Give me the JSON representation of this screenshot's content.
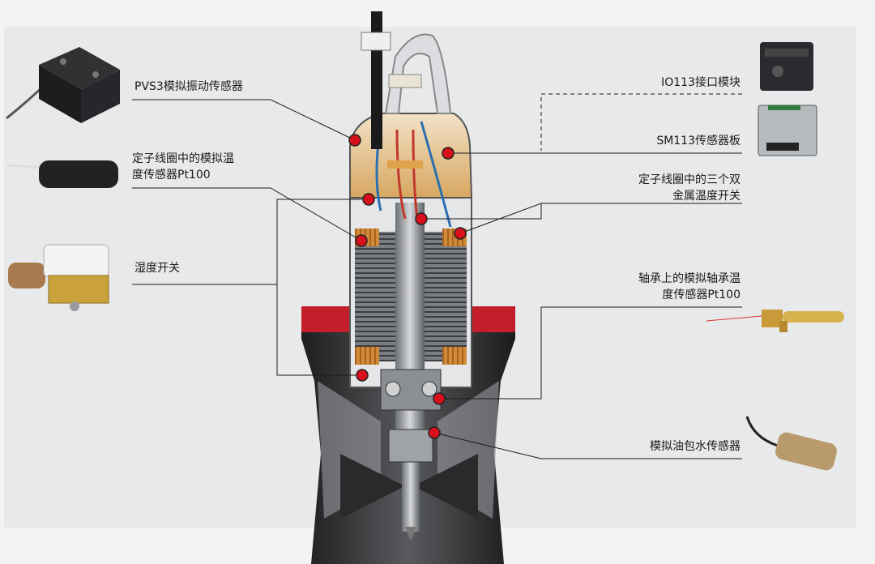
{
  "labels": {
    "vibration": "PVS3模拟振动传感器",
    "stator_pt100_line1": "定子线圈中的模拟温",
    "stator_pt100_line2": "度传感器Pt100",
    "humidity": "湿度开关",
    "io113": "IO113接口模块",
    "sm113": "SM113传感器板",
    "bimetal_line1": "定子线圈中的三个双",
    "bimetal_line2": "金属温度开关",
    "bearing_line1": "轴承上的模拟轴承温",
    "bearing_line2": "度传感器Pt100",
    "water_in_oil": "模拟油包水传感器"
  },
  "colors": {
    "marker": "#d8101c",
    "housing_red": "#c21f2a",
    "copper": "#c87a2e",
    "background_panel": "#e8e9ea"
  }
}
